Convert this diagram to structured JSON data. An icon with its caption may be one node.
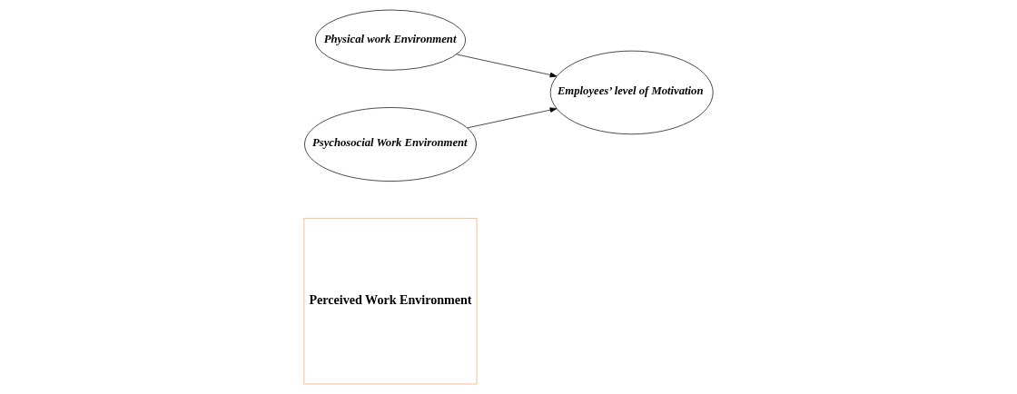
{
  "diagram": {
    "nodes": [
      {
        "text": [
          "Perceived Work Environment"
        ]
      },
      {
        "text": [
          "Physical work Environment"
        ]
      },
      {
        "text": [
          "Psychosocial Work Environment"
        ]
      },
      {
        "text": [
          "Employees’ level of Motivation"
        ]
      }
    ],
    "edges": [
      {
        "from": 1,
        "to": 3,
        "arrow": "to"
      },
      {
        "from": 2,
        "to": 3,
        "arrow": "to"
      }
    ]
  }
}
